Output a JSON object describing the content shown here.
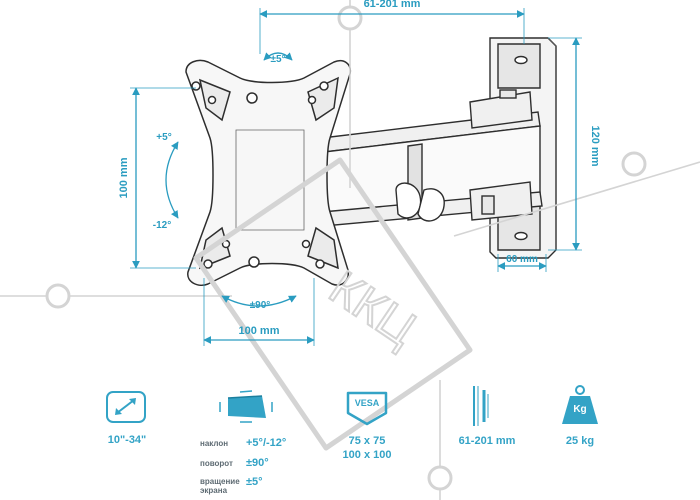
{
  "diagram": {
    "dimensions": {
      "extension": "61-201 mm",
      "plate_height": "100 mm",
      "plate_width": "100 mm",
      "wall_plate_height": "120 mm",
      "wall_plate_width": "60 mm"
    },
    "angles": {
      "swivel": "±5°",
      "tilt_up": "+5°",
      "tilt_down": "-12°",
      "rotation": "±90°"
    },
    "watermark": "ККЦ"
  },
  "specs": {
    "screen_size": "10\"-34\"",
    "adjustments": [
      {
        "key": "наклон",
        "value": "+5°/-12°"
      },
      {
        "key": "поворот",
        "value": "±90°"
      },
      {
        "key": "вращение\nэкрана",
        "value": "±5°"
      }
    ],
    "vesa_badge": "VESA",
    "vesa_line1": "75 x 75",
    "vesa_line2": "100 x 100",
    "extension": "61-201 mm",
    "max_load": "25 kg",
    "weight_badge": "Kg"
  }
}
